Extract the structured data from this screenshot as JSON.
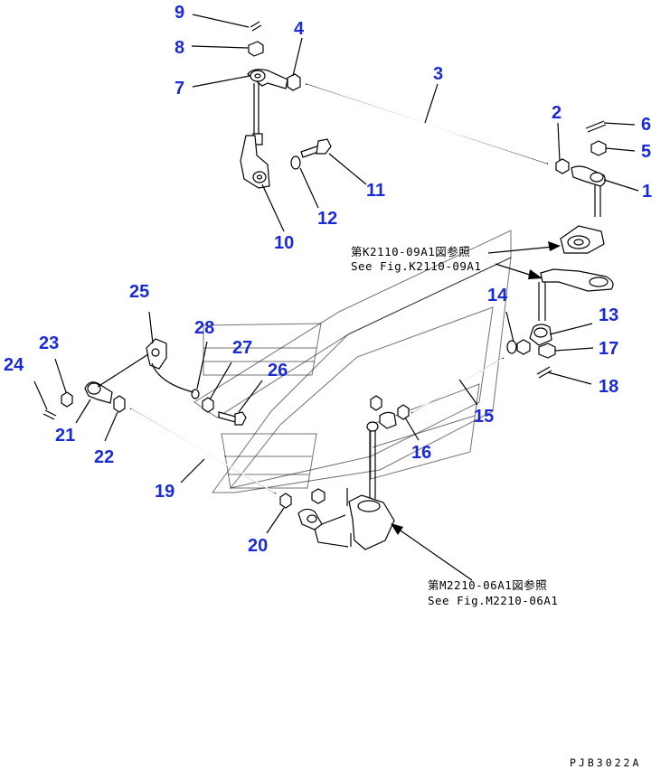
{
  "labels": {
    "p1": "1",
    "p2": "2",
    "p3": "3",
    "p4": "4",
    "p5": "5",
    "p6": "6",
    "p7": "7",
    "p8": "8",
    "p9": "9",
    "p10": "10",
    "p11": "11",
    "p12": "12",
    "p13": "13",
    "p14": "14",
    "p15": "15",
    "p16": "16",
    "p17": "17",
    "p18": "18",
    "p19": "19",
    "p20": "20",
    "p21": "21",
    "p22": "22",
    "p23": "23",
    "p24": "24",
    "p25": "25",
    "p26": "26",
    "p27": "27",
    "p28": "28"
  },
  "references": {
    "ref1_jp": "第K2110-09A1図参照",
    "ref1_en": "See Fig.K2110-09A1",
    "ref2_jp": "第M2210-06A1図参照",
    "ref2_en": "See Fig.M2210-06A1"
  },
  "drawing_code": "PJB3022A"
}
